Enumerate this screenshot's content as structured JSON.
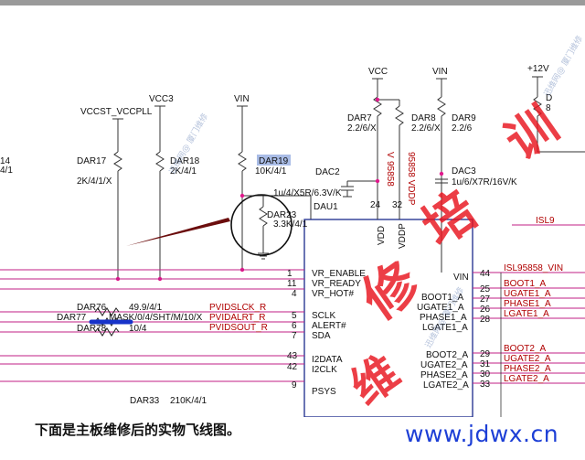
{
  "schematic": {
    "power_rails": [
      "VCCST_VCCPLL",
      "VCC3",
      "VIN",
      "VCC",
      "VIN",
      "+12V"
    ],
    "components": [
      {
        "ref": "DAR17",
        "value": "2K/4/1/X"
      },
      {
        "ref": "DAR18",
        "value": "2K/4/1"
      },
      {
        "ref": "DAR19",
        "value": "10K/4/1"
      },
      {
        "ref": "DAR23",
        "value": "3.3K/4/1"
      },
      {
        "ref": "DAR7",
        "value": "2.2/6/X"
      },
      {
        "ref": "DAR8",
        "value": "2.2/6/X"
      },
      {
        "ref": "DAR9",
        "value": "2.2/6"
      },
      {
        "ref": "DAC2",
        "value": "1u/4/X5R/6.3V/K"
      },
      {
        "ref": "DAC3",
        "value": "1u/6/X7R/16V/K"
      },
      {
        "ref": "DAR76",
        "value": "49.9/4/1"
      },
      {
        "ref": "DAR77",
        "value": "MASK/0/4/SHT/M/10/X"
      },
      {
        "ref": "DAR78",
        "value": "10/4"
      },
      {
        "ref": "DAR33",
        "value": "210K/4/1"
      }
    ],
    "edge_labels": [
      "14",
      "4/1",
      "D",
      "8"
    ],
    "ic": {
      "ref": "DAU1",
      "top_pins": [
        {
          "num": "24",
          "name": "VDD"
        },
        {
          "num": "32",
          "name": "VDDP"
        }
      ],
      "vert_labels": [
        "V",
        "95858",
        "95858 VDDP"
      ],
      "left_pins": [
        {
          "num": "1",
          "name": "VR_ENABLE"
        },
        {
          "num": "11",
          "name": "VR_READY"
        },
        {
          "num": "4",
          "name": "VR_HOT#"
        },
        {
          "num": "5",
          "name": "SCLK"
        },
        {
          "num": "6",
          "name": "ALERT#"
        },
        {
          "num": "7",
          "name": "SDA"
        },
        {
          "num": "43",
          "name": "I2DATA"
        },
        {
          "num": "42",
          "name": "I2CLK"
        },
        {
          "num": "9",
          "name": "PSYS"
        }
      ],
      "right_pins": [
        {
          "num": "44",
          "name": "VIN"
        },
        {
          "num": "25",
          "name": "BOOT1_A"
        },
        {
          "num": "27",
          "name": "UGATE1_A"
        },
        {
          "num": "26",
          "name": "PHASE1_A"
        },
        {
          "num": "28",
          "name": "LGATE1_A"
        },
        {
          "num": "29",
          "name": "BOOT2_A"
        },
        {
          "num": "31",
          "name": "UGATE2_A"
        },
        {
          "num": "30",
          "name": "PHASE2_A"
        },
        {
          "num": "33",
          "name": "LGATE2_A"
        }
      ]
    },
    "left_nets": [
      "PVIDSLCK_R",
      "PVIDALRT_R",
      "PVIDSOUT_R"
    ],
    "right_nets": [
      "ISL95858_VIN",
      "BOOT1_A",
      "UGATE1_A",
      "PHASE1_A",
      "LGATE1_A",
      "BOOT2_A",
      "UGATE2_A",
      "PHASE2_A",
      "LGATE2_A"
    ],
    "partial_net": "ISL9",
    "watermark_big": [
      "维",
      "修",
      "培",
      "训"
    ],
    "watermark_small": "迅维网@ 厦门维修"
  },
  "caption": "下面是主板维修后的实物飞线图。",
  "site_url": "www.jdwx.cn"
}
